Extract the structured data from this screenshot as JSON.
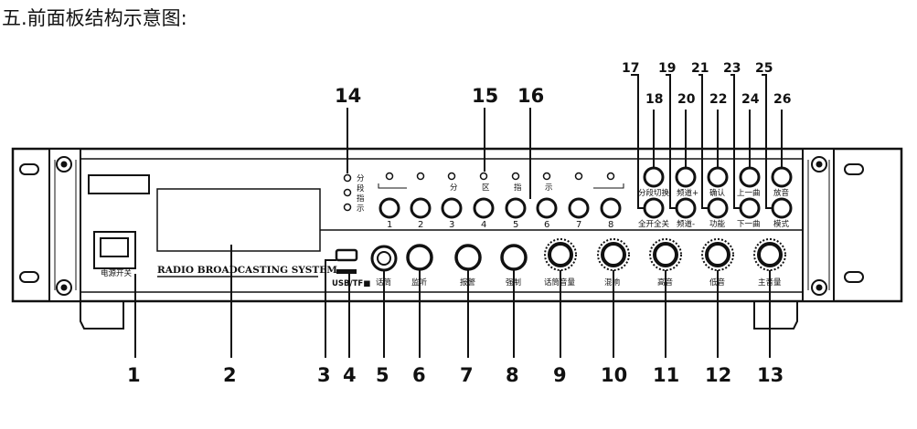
{
  "page_title": "五.前面板结构示意图:",
  "panel": {
    "brand_text": "RADIO BROADCASTING SYSTEM",
    "power_label": "电源开关",
    "usb_label": "USB/TF■",
    "zone_indicator_chars": [
      "分",
      "段",
      "指",
      "示"
    ],
    "zone_header_chars": [
      "分",
      "区",
      "指",
      "示"
    ],
    "zone_buttons": [
      "1",
      "2",
      "3",
      "4",
      "5",
      "6",
      "7",
      "8"
    ],
    "knob_labels": {
      "mic": "话筒",
      "monitor": "监听",
      "emergency": "报警",
      "dim": "强制",
      "mic_volume": "话筒音量",
      "reverb": "混响",
      "treble": "高音",
      "bass": "低音",
      "master": "主音量"
    },
    "function_buttons": {
      "segment_switch": "分段切换",
      "channel_up": "频道+",
      "confirm": "确认",
      "prev": "上一曲",
      "play": "放音",
      "all_on_off": "全开全关",
      "channel_down": "频道-",
      "function": "功能",
      "next": "下一曲",
      "mode": "模式"
    }
  },
  "callouts": {
    "bottom": [
      "1",
      "2",
      "3",
      "4",
      "5",
      "6",
      "7",
      "8",
      "9",
      "10",
      "11",
      "12",
      "13"
    ],
    "top_mid": [
      "14",
      "15",
      "16"
    ],
    "top_upper": [
      "17",
      "19",
      "21",
      "23",
      "25"
    ],
    "top_lower": [
      "18",
      "20",
      "22",
      "24",
      "26"
    ]
  }
}
